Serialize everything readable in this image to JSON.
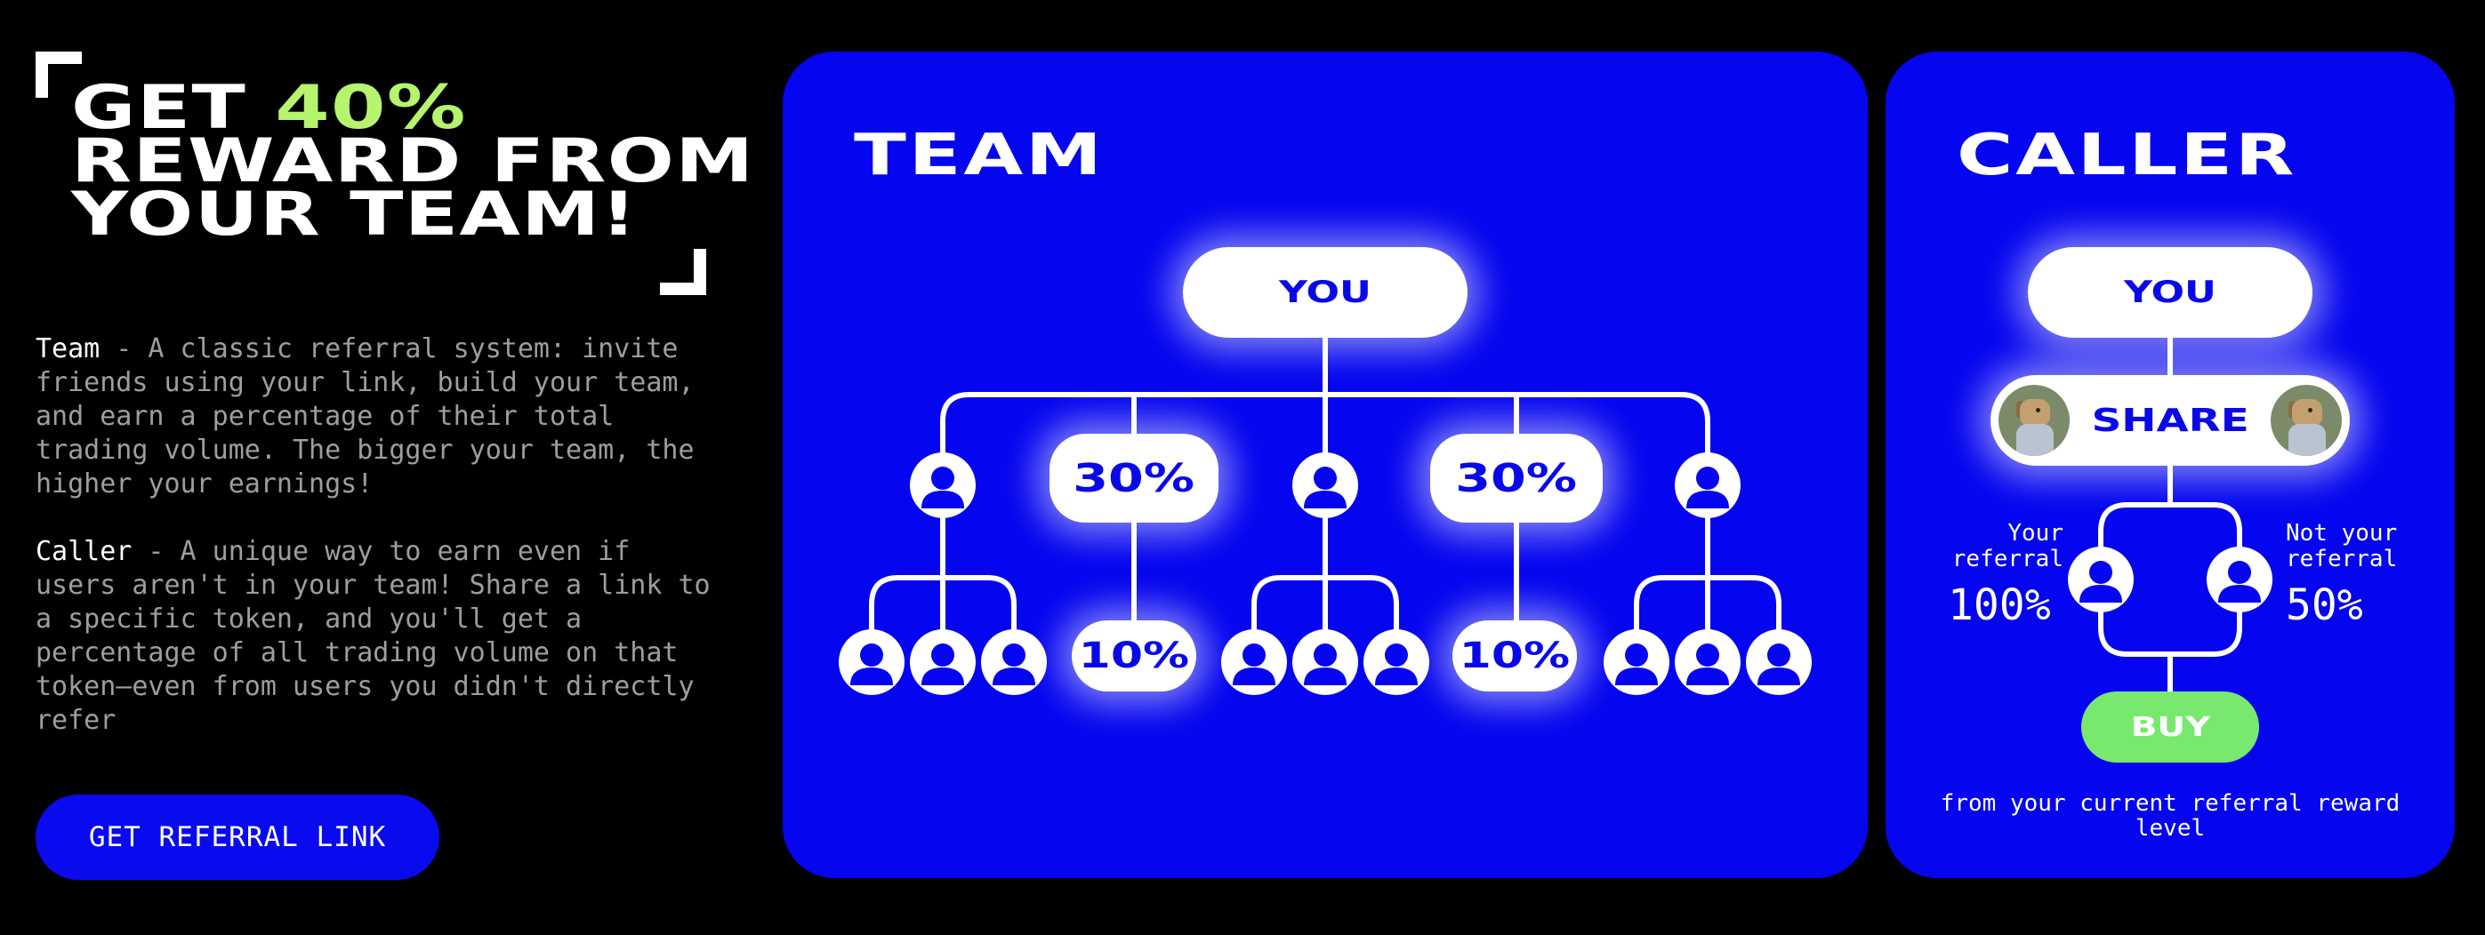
{
  "intro": {
    "headline_prefix": "GET ",
    "headline_highlight": "40%",
    "headline_line2": "REWARD FROM",
    "headline_line3": "YOUR TEAM!",
    "team_term": "Team",
    "team_text": " - A classic referral system: invite friends using your link, build your team, and earn a percentage of their total trading volume. The bigger your team, the higher your earnings!",
    "caller_term": "Caller",
    "caller_text": " - A unique way to earn even if users aren't in your team! Share a link to a specific token, and you'll get a percentage of all trading volume on that token—even from users you didn't directly refer",
    "cta_label": "GET REFERRAL LINK"
  },
  "team_panel": {
    "title": "TEAM",
    "root_label": "YOU",
    "level1_pct": "30%",
    "level2_pct": "10%"
  },
  "caller_panel": {
    "title": "CALLER",
    "root_label": "YOU",
    "share_label": "SHARE",
    "your_referral_label": "Your referral",
    "your_referral_pct": "100%",
    "not_your_referral_label": "Not your referral",
    "not_your_referral_pct": "50%",
    "buy_label": "BUY",
    "footer": "from your current referral reward level"
  },
  "colors": {
    "panel_blue": "#0505ef",
    "accent_green": "#b5f46c",
    "buy_green": "#78e96e"
  },
  "icons": {
    "user": "user-icon",
    "avatar": "dog-avatar"
  }
}
